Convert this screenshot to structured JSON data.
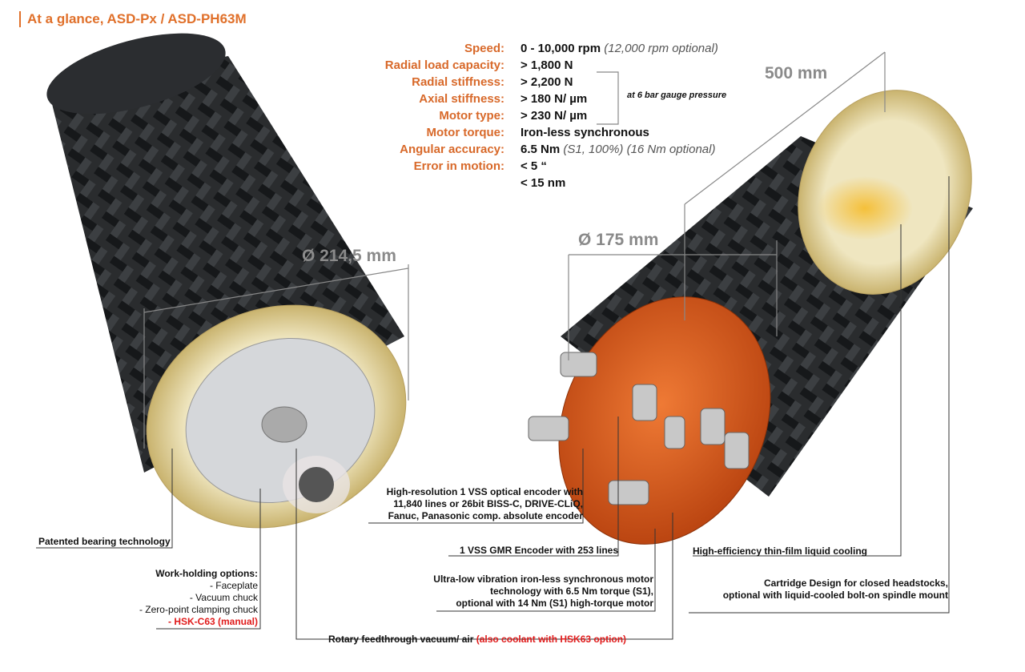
{
  "title": "At a glance, ASD-Px / ASD-PH63M",
  "specs": {
    "labels": [
      "Speed:",
      "Radial load capacity:",
      "Radial stiffness:",
      "Axial stiffness:",
      "Motor type:",
      "Motor torque:",
      "Angular accuracy:",
      "Error in motion:"
    ],
    "values": [
      {
        "main": "0 - 10,000 rpm",
        "extra": "(12,000 rpm optional)"
      },
      {
        "main": "> 1,800 N",
        "extra": ""
      },
      {
        "main": "> 2,200 N",
        "extra": ""
      },
      {
        "main": "> 180 N/ µm",
        "extra": ""
      },
      {
        "main": "> 230 N/ µm",
        "extra": ""
      },
      {
        "main": "Iron-less synchronous",
        "extra": ""
      },
      {
        "main": "6.5 Nm",
        "extra": "(S1, 100%) (16 Nm optional)"
      },
      {
        "main": "< 5 “",
        "extra": ""
      },
      {
        "main": "< 15 nm",
        "extra": ""
      }
    ],
    "bracket_note": "at 6 bar gauge pressure"
  },
  "dimensions": {
    "length": "500 mm",
    "diameter_left": "Ø 214,5 mm",
    "diameter_right": "Ø 175 mm"
  },
  "callouts": {
    "bearing": "Patented bearing technology",
    "workholding_title": "Work-holding options:",
    "workholding": [
      "- Faceplate",
      "- Vacuum chuck",
      "- Zero-point clamping chuck"
    ],
    "workholding_red": "- HSK-C63 (manual)",
    "rotary": "Rotary feedthrough vacuum/ air",
    "rotary_red": "(also coolant with HSK63 option)",
    "optical": [
      "High-resolution 1 VSS optical encoder with",
      "11,840 lines or 26bit BISS-C, DRIVE-CLiQ,",
      "Fanuc, Panasonic comp. absolute encoder"
    ],
    "gmr": "1 VSS GMR Encoder with 253 lines",
    "motor": [
      "Ultra-low vibration iron-less synchronous motor",
      "technology with 6.5 Nm torque (S1),",
      "optional with 14 Nm (S1) high-torque motor"
    ],
    "cooling": "High-efficiency thin-film liquid cooling",
    "cartridge": [
      "Cartridge Design for closed headstocks,",
      "optional with liquid-cooled bolt-on spindle mount"
    ]
  },
  "colors": {
    "accent": "#d8692a",
    "red": "#e01b1b",
    "orange_face": "#d9551a",
    "gold": "#d8c98e"
  }
}
